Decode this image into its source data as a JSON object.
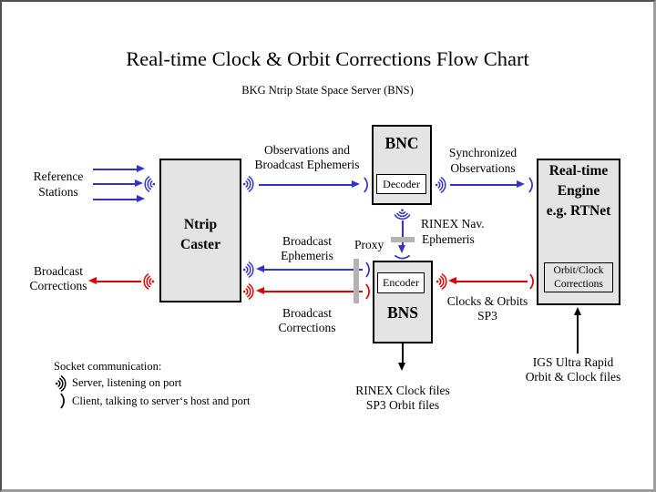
{
  "title": "Real-time Clock & Orbit Corrections Flow Chart",
  "subtitle": "BKG Ntrip State Space Server (BNS)",
  "colors": {
    "arrow_blue": "#3333cc",
    "arrow_red": "#dd0000",
    "arrow_black": "#000000",
    "box_fill": "#e3e3e3",
    "proxy_bar": "#b3b3b3",
    "page_background": "#ffffff"
  },
  "boxes": {
    "ntrip_caster": {
      "lines": [
        "Ntrip",
        "Caster"
      ]
    },
    "bnc": {
      "title": "BNC",
      "sub": "Decoder"
    },
    "bns": {
      "title": "BNS",
      "sub": "Encoder"
    },
    "engine": {
      "lines": [
        "Real-time",
        "Engine",
        "e.g. RTNet"
      ],
      "sub_lines": [
        "Orbit/Clock",
        "Corrections"
      ]
    }
  },
  "labels": {
    "reference_stations": [
      "Reference",
      "Stations"
    ],
    "broadcast_corrections_left": [
      "Broadcast",
      "Corrections"
    ],
    "observations_broadcast_ephemeris": [
      "Observations and",
      "Broadcast Ephemeris"
    ],
    "synchronized_observations": [
      "Synchronized",
      "Observations"
    ],
    "rinex_nav_ephemeris": [
      "RINEX Nav.",
      "Ephemeris"
    ],
    "proxy": "Proxy",
    "broadcast_ephemeris": [
      "Broadcast",
      "Ephemeris"
    ],
    "broadcast_corrections_mid": [
      "Broadcast",
      "Corrections"
    ],
    "clocks_orbits_sp3": [
      "Clocks & Orbits",
      "SP3"
    ],
    "rinex_clock_files": [
      "RINEX Clock files",
      "SP3 Orbit files"
    ],
    "igs_ultra_rapid": [
      "IGS Ultra Rapid",
      "Orbit & Clock files"
    ]
  },
  "legend": {
    "heading": "Socket communication:",
    "server_label": "Server, listening on port",
    "client_label": "Client, talking to server‘s host and port"
  }
}
